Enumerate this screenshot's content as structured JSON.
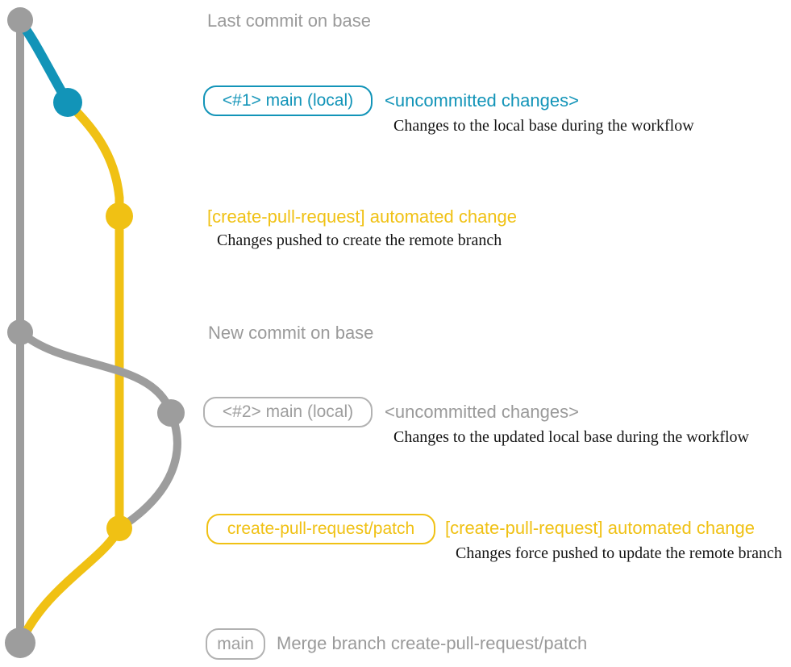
{
  "colors": {
    "teal": "#1294B8",
    "yellow": "#F0C114",
    "gray_line": "#9D9D9D",
    "gray_text": "#9A9A9A",
    "gray_border": "#B2B2B2",
    "gray_box_text": "#9E9E9E",
    "ink": "#151515"
  },
  "graph": {
    "branches": [
      {
        "name": "base (main remote)",
        "color_key": "gray_line"
      },
      {
        "name": "main (local)",
        "color_key": "teal"
      },
      {
        "name": "create-pull-request/patch",
        "color_key": "yellow"
      }
    ],
    "commits": [
      {
        "id": "last-commit-on-base",
        "branch": "base",
        "color_key": "gray_line"
      },
      {
        "id": "main-local-1",
        "branch": "main (local)",
        "color_key": "teal"
      },
      {
        "id": "automated-change-1",
        "branch": "create-pull-request/patch",
        "color_key": "yellow"
      },
      {
        "id": "new-commit-on-base",
        "branch": "base",
        "color_key": "gray_line"
      },
      {
        "id": "main-local-2",
        "branch": "main (local)",
        "color_key": "gray_line"
      },
      {
        "id": "automated-change-2",
        "branch": "create-pull-request/patch",
        "color_key": "yellow"
      },
      {
        "id": "merge-commit",
        "branch": "base",
        "color_key": "gray_line"
      }
    ]
  },
  "labels": {
    "last_commit": "Last commit on base",
    "branch1_box": "<#1> main (local)",
    "branch1_side": "<uncommitted changes>",
    "branch1_desc": "Changes to the local base during the workflow",
    "commit1_text": "[create-pull-request] automated change",
    "commit1_desc": "Changes pushed to create the remote branch",
    "new_commit": "New commit on base",
    "branch2_box": "<#2> main (local)",
    "branch2_side": "<uncommitted changes>",
    "branch2_desc": "Changes to the updated local base during the workflow",
    "patch_box": "create-pull-request/patch",
    "patch_side": "[create-pull-request] automated change",
    "patch_desc": "Changes force pushed to update the remote branch",
    "main_box": "main",
    "merge_text": "Merge branch create-pull-request/patch"
  }
}
